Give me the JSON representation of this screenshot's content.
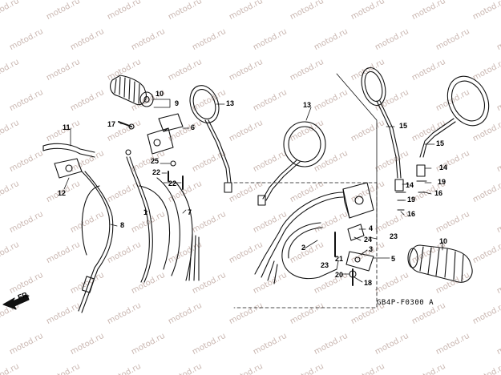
{
  "watermark": "motod.ru",
  "diagram_code": "GB4P-F0300 A",
  "front_arrow_label": "FR.",
  "callouts": {
    "c1": "1",
    "c2": "2",
    "c3": "3",
    "c4": "4",
    "c5": "5",
    "c6": "6",
    "c7": "7",
    "c8": "8",
    "c9": "9",
    "c10a": "10",
    "c10b": "10",
    "c11": "11",
    "c12": "12",
    "c13a": "13",
    "c13b": "13",
    "c14a": "14",
    "c14b": "14",
    "c15a": "15",
    "c15b": "15",
    "c16a": "16",
    "c16b": "16",
    "c17": "17",
    "c18": "18",
    "c19a": "19",
    "c19b": "19",
    "c20": "20",
    "c21": "21",
    "c22a": "22",
    "c22b": "22",
    "c23a": "23",
    "c23b": "23",
    "c24": "24",
    "c25": "25"
  }
}
